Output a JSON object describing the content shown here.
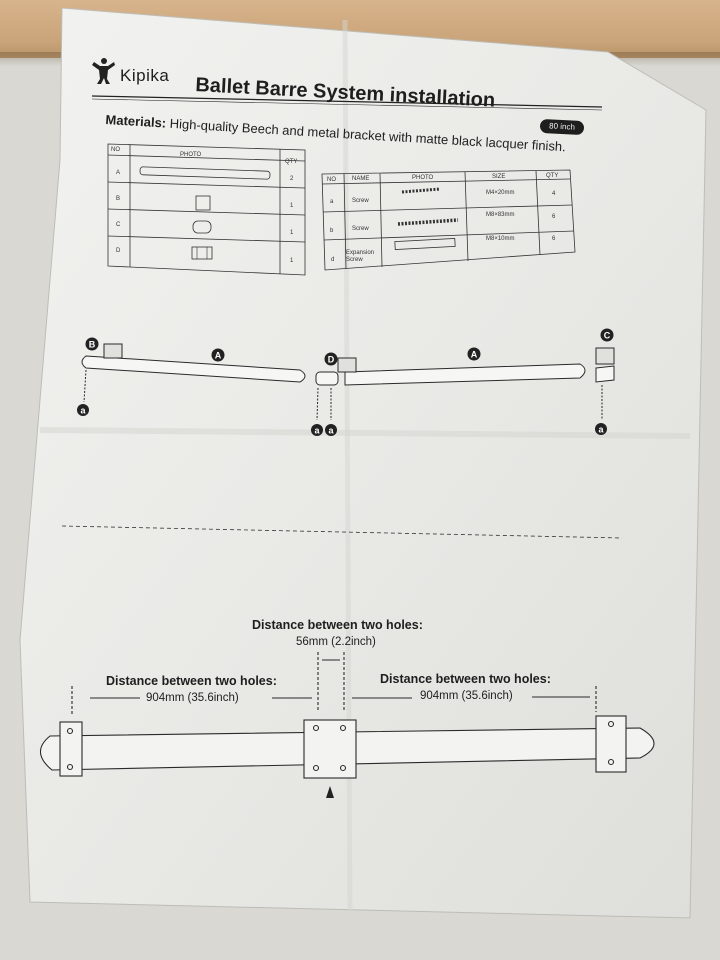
{
  "header": {
    "brand": "Kipika",
    "title": "Ballet Barre System installation",
    "size_badge": "80 inch"
  },
  "materials": {
    "label": "Materials:",
    "text": "High-quality Beech and metal bracket with matte black lacquer finish."
  },
  "table_left": {
    "headers": [
      "NO",
      "PHOTO",
      "QTY"
    ],
    "rows": [
      {
        "no": "A",
        "qty": "2"
      },
      {
        "no": "B",
        "qty": "1"
      },
      {
        "no": "C",
        "qty": "1"
      },
      {
        "no": "D",
        "qty": "1"
      }
    ]
  },
  "table_right": {
    "headers": [
      "NO",
      "NAME",
      "PHOTO",
      "SIZE",
      "QTY"
    ],
    "rows": [
      {
        "no": "a",
        "name": "Screw",
        "size": "M4×20mm",
        "qty": "4"
      },
      {
        "no": "b",
        "name": "Screw",
        "size": "M8×83mm",
        "qty": "6"
      },
      {
        "no": "d",
        "name": "Expansion Screw",
        "size": "M8×10mm",
        "qty": "6"
      }
    ]
  },
  "assembly": {
    "markers": [
      "B",
      "A",
      "D",
      "A",
      "C"
    ],
    "screw_labels": [
      "a",
      "a",
      "a",
      "a"
    ]
  },
  "dimensions": {
    "center": {
      "label": "Distance between two holes:",
      "value": "56mm (2.2inch)"
    },
    "left": {
      "label": "Distance between two holes:",
      "value": "904mm (35.6inch)"
    },
    "right": {
      "label": "Distance between two holes:",
      "value": "904mm (35.6inch)"
    }
  }
}
